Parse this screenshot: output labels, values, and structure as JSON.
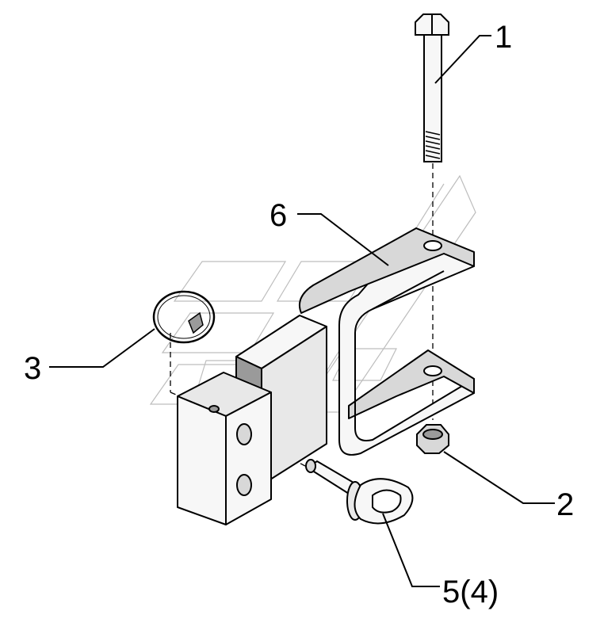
{
  "diagram": {
    "callouts": {
      "c1": "1",
      "c2": "2",
      "c3": "3",
      "c5": "5(4)",
      "c6": "6"
    },
    "colors": {
      "line": "#000000",
      "part_fill": "#f7f7f7",
      "shadow_fill": "#d8d8d8",
      "dark_fill": "#9a9a9a",
      "watermark": "#bdbdbd"
    }
  }
}
